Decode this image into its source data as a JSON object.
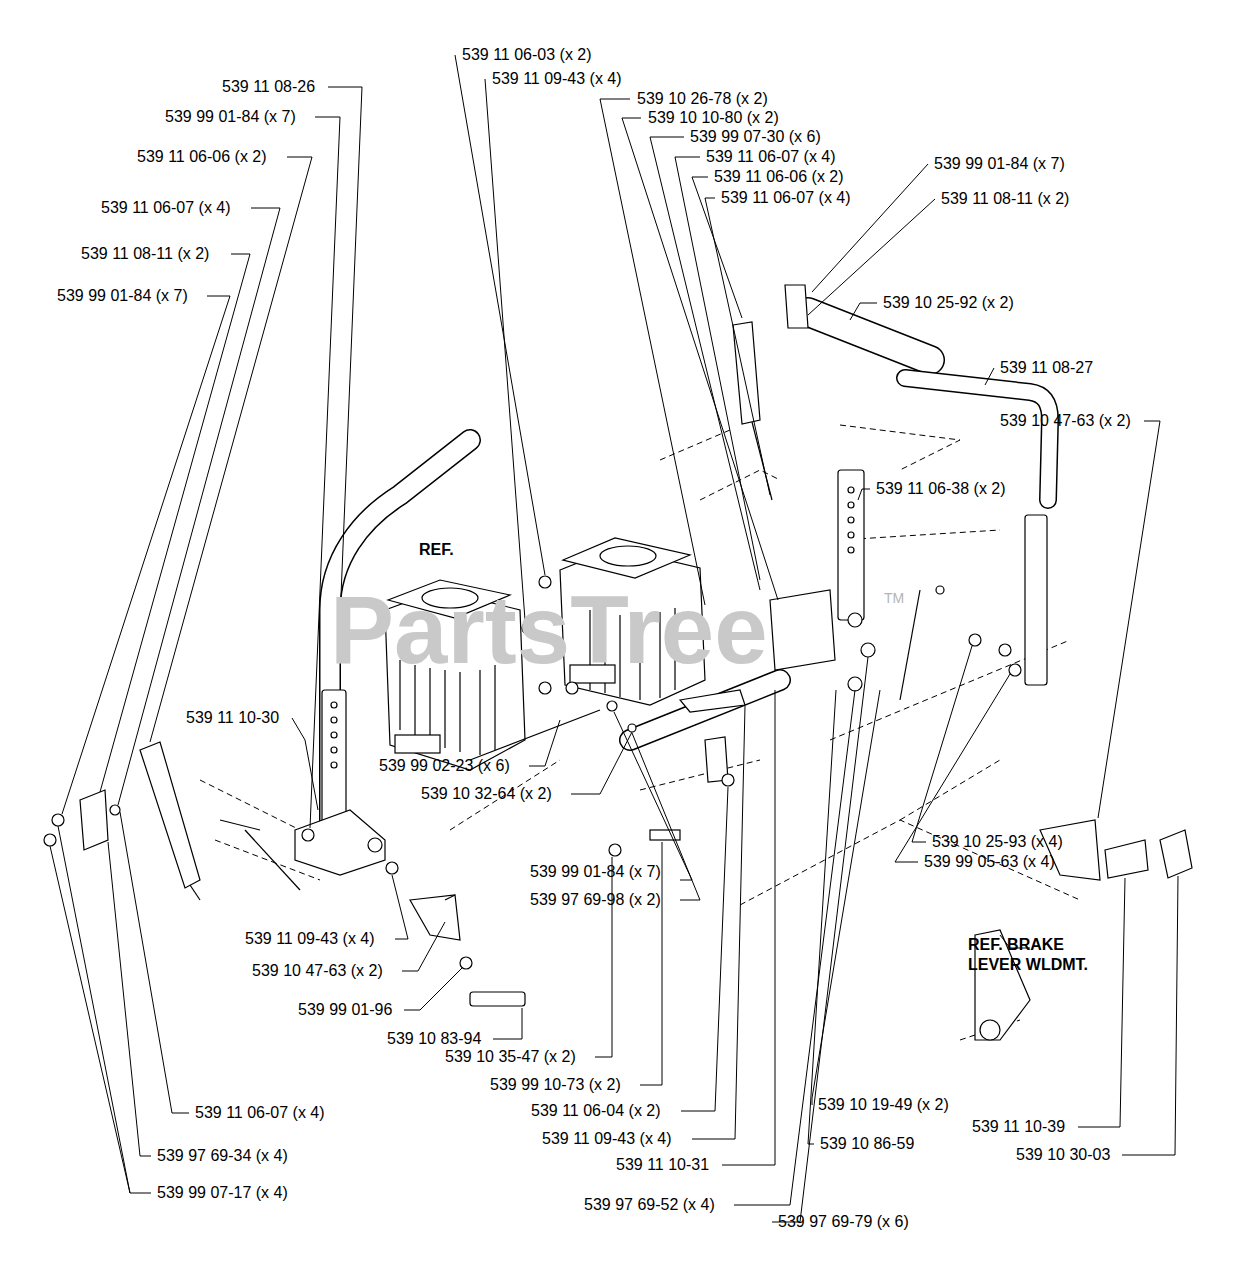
{
  "diagram": {
    "labels": [
      "539 11 06-03 (x 2)",
      "539 11 09-43 (x 4)",
      "539 11 08-26",
      "539 10 26-78 (x 2)",
      "539 99 01-84 (x 7)",
      "539 10 10-80 (x 2)",
      "539 99 07-30 (x 6)",
      "539 11 06-06 (x 2)",
      "539 11 06-07 (x 4)",
      "539 99 01-84 (x 7)",
      "539 11 06-06 (x 2)",
      "539 11 06-07 (x 4)",
      "539 11 08-11 (x 2)",
      "539 11 06-07 (x 4)",
      "539 11 08-11 (x 2)",
      "539 99 01-84 (x 7)",
      "539 10 25-92 (x 2)",
      "539 11 08-27",
      "539 10 47-63 (x 2)",
      "539 11 06-38 (x 2)",
      "REF.",
      "PartsTree",
      "TM",
      "539 11 10-30",
      "539 99 02-23 (x 6)",
      "539 10 32-64 (x 2)",
      "539 10 25-93 (x 4)",
      "539 99 01-84 (x 7)",
      "539 99 05-63 (x 4)",
      "539 97 69-98 (x 2)",
      "REF. BRAKE LEVER WLDMT.",
      "539 11 09-43 (x 4)",
      "539 10 47-63 (x 2)",
      "539 99 01-96",
      "539 10 83-94",
      "539 10 35-47 (x 2)",
      "539 99 10-73 (x 2)",
      "539 11 06-04 (x 2)",
      "539 11 06-07 (x 4)",
      "539 11 09-43 (x 4)",
      "539 10 19-49 (x 2)",
      "539 10 86-59",
      "539 11 10-39",
      "539 97 69-34 (x 4)",
      "539 11 10-31",
      "539 10 30-03",
      "539 99 07-17 (x 4)",
      "539 97 69-52 (x 4)",
      "539 97 69-79 (x 6)"
    ]
  }
}
